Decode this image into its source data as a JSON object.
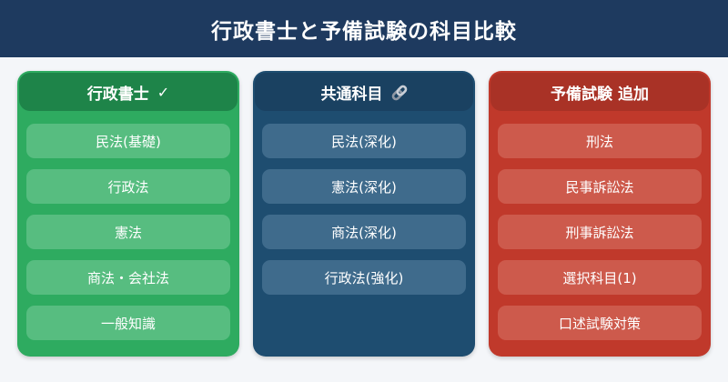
{
  "theme": {
    "page_bg": "#f4f6f9",
    "top_bar_bg": "#1e3a5f",
    "text_color": "#ffffff"
  },
  "header": {
    "title": "行政書士と予備試験の科目比較"
  },
  "columns": [
    {
      "id": "gyosei-shoshi",
      "title": "行政書士",
      "badge": "✓",
      "colors": {
        "header": "#1e8449",
        "body": "#2eab60",
        "item": "#57bd80"
      },
      "items": [
        "民法(基礎)",
        "行政法",
        "憲法",
        "商法・会社法",
        "一般知識"
      ]
    },
    {
      "id": "kyotsu-kamoku",
      "title": "共通科目",
      "badge_icon": "link-icon",
      "colors": {
        "header": "#1a4161",
        "body": "#1e4d70",
        "item": "#3f6b8c"
      },
      "items": [
        "民法(深化)",
        "憲法(深化)",
        "商法(深化)",
        "行政法(強化)"
      ]
    },
    {
      "id": "yobi-shiken-tsuika",
      "title": "予備試験 追加",
      "colors": {
        "header": "#a93226",
        "body": "#c0392b",
        "item": "#cd5a4c"
      },
      "items": [
        "刑法",
        "民事訴訟法",
        "刑事訴訟法",
        "選択科目(1)",
        "口述試験対策"
      ]
    }
  ]
}
